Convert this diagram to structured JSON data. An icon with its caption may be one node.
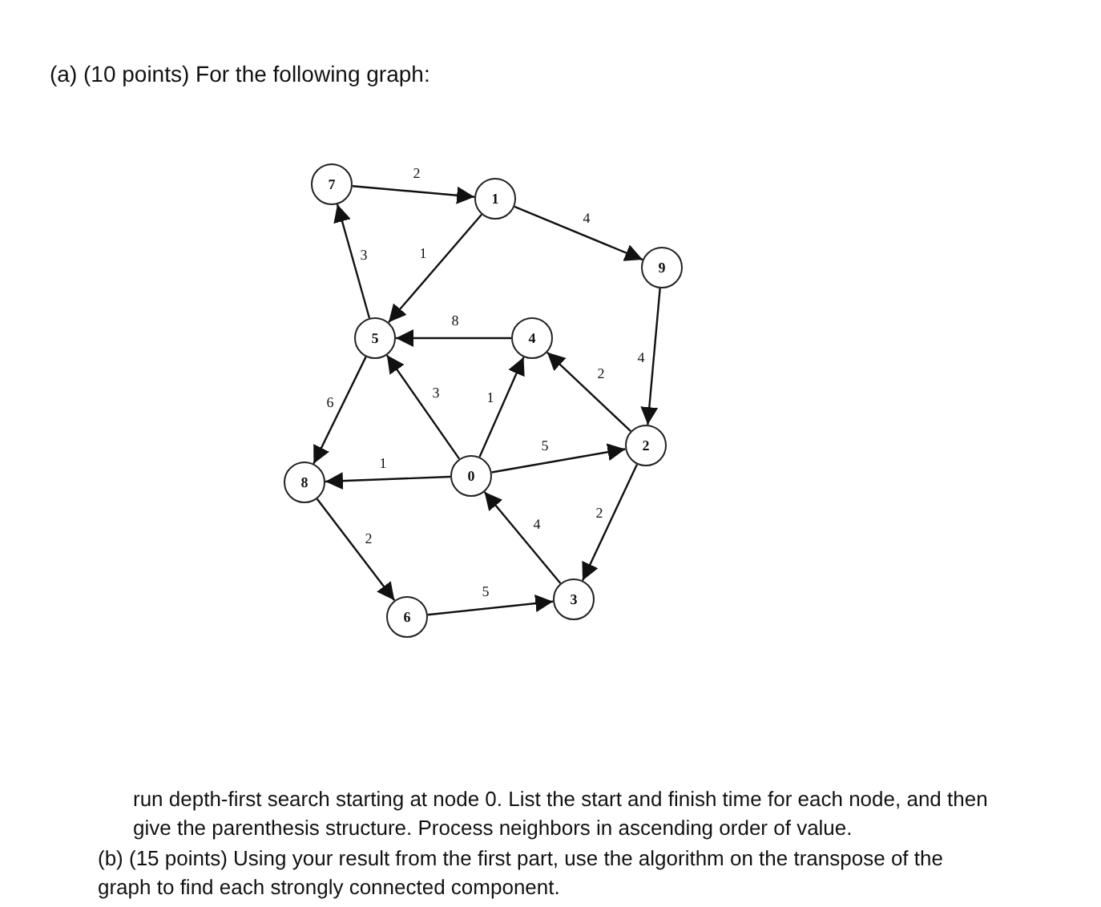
{
  "diagram": {
    "title": "(a) (10 points) For the following graph:",
    "nodes": [
      {
        "text": [
          "7"
        ]
      },
      {
        "text": [
          "1"
        ]
      },
      {
        "text": [
          "9"
        ]
      },
      {
        "text": [
          "5"
        ]
      },
      {
        "text": [
          "4"
        ]
      },
      {
        "text": [
          "2"
        ]
      },
      {
        "text": [
          "8"
        ]
      },
      {
        "text": [
          "0"
        ]
      },
      {
        "text": [
          "3"
        ]
      },
      {
        "text": [
          "6"
        ]
      }
    ],
    "edges": [
      {
        "from": 0,
        "to": 1,
        "arrow": "to",
        "label": "2"
      },
      {
        "from": 1,
        "to": 2,
        "arrow": "to",
        "label": "4"
      },
      {
        "from": 1,
        "to": 3,
        "arrow": "to",
        "label": "1"
      },
      {
        "from": 3,
        "to": 0,
        "arrow": "to",
        "label": "3"
      },
      {
        "from": 4,
        "to": 3,
        "arrow": "to",
        "label": "8"
      },
      {
        "from": 2,
        "to": 5,
        "arrow": "to",
        "label": "4"
      },
      {
        "from": 5,
        "to": 4,
        "arrow": "to",
        "label": "2"
      },
      {
        "from": 7,
        "to": 3,
        "arrow": "to",
        "label": "3"
      },
      {
        "from": 7,
        "to": 4,
        "arrow": "to",
        "label": "1"
      },
      {
        "from": 7,
        "to": 5,
        "arrow": "to",
        "label": "5"
      },
      {
        "from": 7,
        "to": 6,
        "arrow": "to",
        "label": "1"
      },
      {
        "from": 3,
        "to": 6,
        "arrow": "to",
        "label": "6"
      },
      {
        "from": 6,
        "to": 9,
        "arrow": "to",
        "label": "2"
      },
      {
        "from": 9,
        "to": 8,
        "arrow": "to",
        "label": "5"
      },
      {
        "from": 8,
        "to": 7,
        "arrow": "to",
        "label": "4"
      },
      {
        "from": 5,
        "to": 8,
        "arrow": "to",
        "label": "2"
      }
    ],
    "labels": [
      "run depth-first search starting at node 0. List the start and finish time for each node, and then give the parenthesis structure. Process neighbors in ascending order of value.",
      "(b) (15 points) Using your result from the first part, use the algorithm on the transpose of the graph to find each strongly connected component."
    ]
  }
}
